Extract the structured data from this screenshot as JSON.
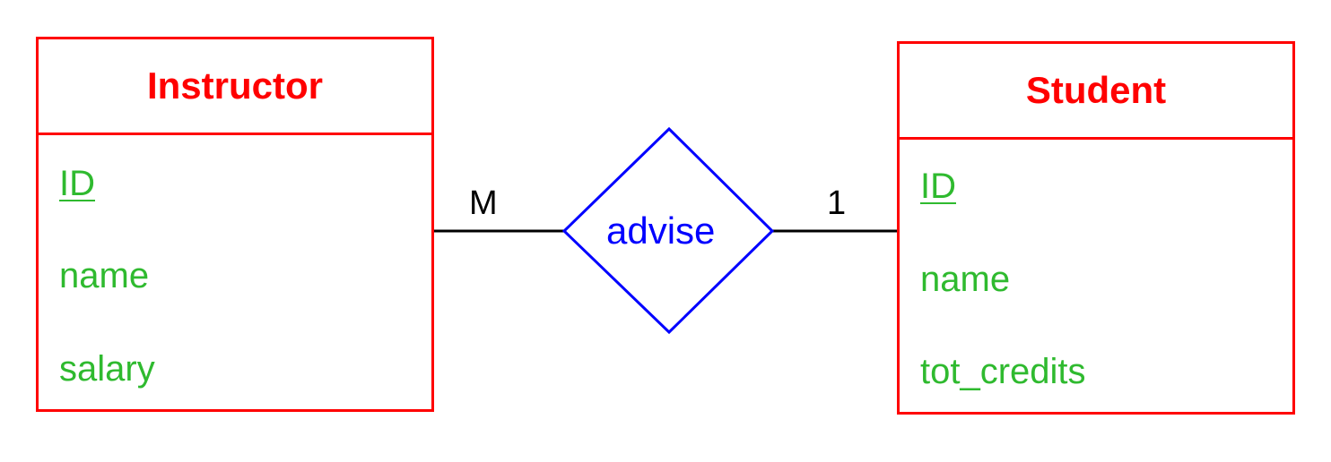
{
  "diagram": {
    "type": "ER diagram",
    "colors": {
      "entity_border": "#ff0000",
      "entity_title": "#ff0000",
      "attribute": "#2fba2f",
      "relationship": "#0000ff",
      "line": "#000000"
    },
    "entities": [
      {
        "name": "Instructor",
        "attributes": [
          {
            "label": "ID",
            "primary_key": true
          },
          {
            "label": "name",
            "primary_key": false
          },
          {
            "label": "salary",
            "primary_key": false
          }
        ]
      },
      {
        "name": "Student",
        "attributes": [
          {
            "label": "ID",
            "primary_key": true
          },
          {
            "label": "name",
            "primary_key": false
          },
          {
            "label": "tot_credits",
            "primary_key": false
          }
        ]
      }
    ],
    "relationship": {
      "name": "advise",
      "left_cardinality": "M",
      "right_cardinality": "1"
    }
  }
}
